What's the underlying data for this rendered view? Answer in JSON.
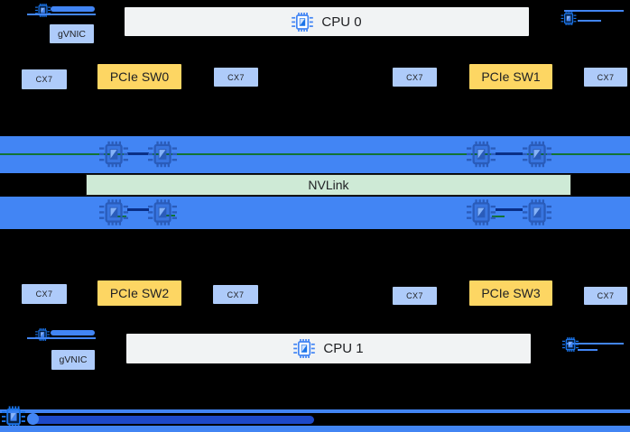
{
  "colors": {
    "background": "#000000",
    "band_blue": "#4285f4",
    "nvlink_green": "#ceead6",
    "nic_light_blue": "#aecbfa",
    "switch_yellow": "#fdd663",
    "cpu_gray": "#f1f3f4",
    "text_dark": "#202124",
    "link_green": "#137333",
    "bus_navy": "#1d49c8",
    "icon_blue": "#1a73e8"
  },
  "diagram": {
    "cpu0_label": "CPU 0",
    "cpu1_label": "CPU 1",
    "nvlink_label": "NVLink",
    "gvnic_top_label": "gVNIC",
    "gvnic_bottom_label": "gVNIC",
    "pcie_sw_labels": [
      "PCIe SW0",
      "PCIe SW1",
      "PCIe SW2",
      "PCIe SW3"
    ],
    "cx7_labels": [
      "CX7",
      "CX7",
      "CX7",
      "CX7",
      "CX7",
      "CX7",
      "CX7",
      "CX7"
    ],
    "icons": {
      "cpu_chip": "cpu-chip-icon",
      "gpu_chip": "gpu-chip-icon",
      "nic_chip": "nic-chip-icon"
    }
  }
}
